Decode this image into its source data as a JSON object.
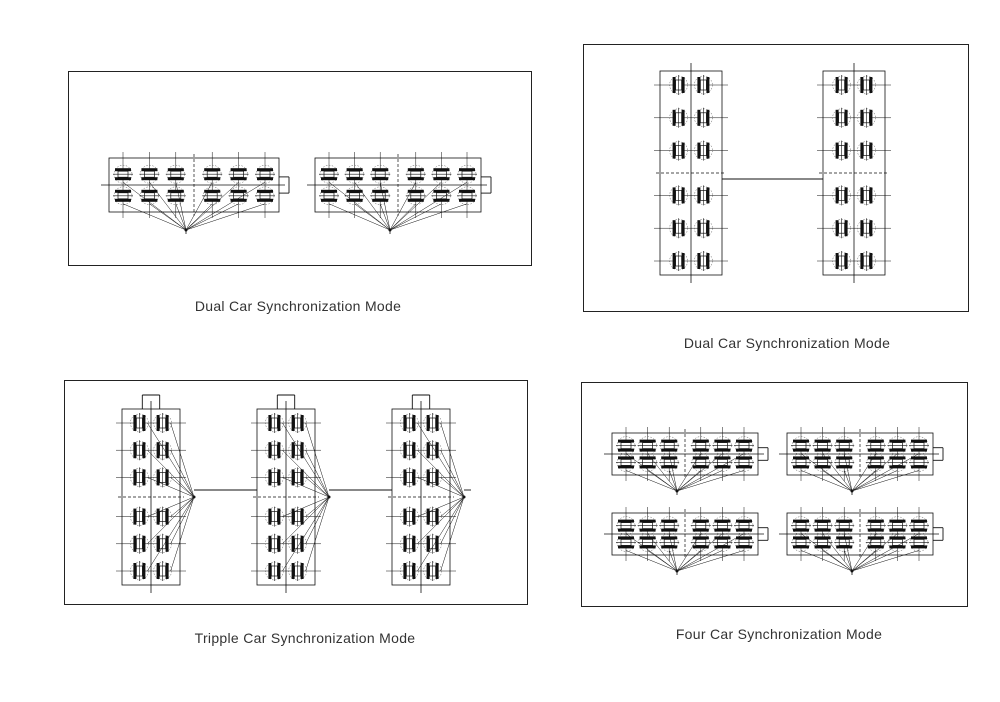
{
  "panels": [
    {
      "id": "dual-horizontal",
      "caption": "Dual Car Synchronization Mode"
    },
    {
      "id": "dual-vertical",
      "caption": "Dual Car Synchronization Mode"
    },
    {
      "id": "triple-vertical",
      "caption": "Tripple Car Synchronization Mode"
    },
    {
      "id": "four-horizontal",
      "caption": "Four Car Synchronization Mode"
    }
  ]
}
